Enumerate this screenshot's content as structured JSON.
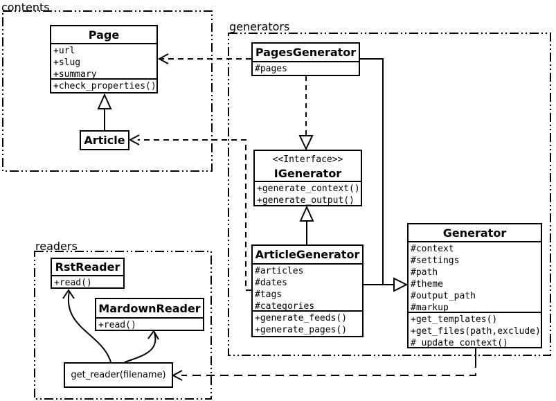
{
  "packages": {
    "contents": {
      "label": "contents"
    },
    "generators": {
      "label": "generators"
    },
    "readers": {
      "label": "readers"
    }
  },
  "classes": {
    "page": {
      "title": "Page",
      "attributes": [
        "+url",
        "+slug",
        "+summary"
      ],
      "methods": [
        "+check_properties()"
      ]
    },
    "article": {
      "title": "Article",
      "attributes": [],
      "methods": []
    },
    "pages_generator": {
      "title": "PagesGenerator",
      "attributes": [
        "#pages"
      ],
      "methods": []
    },
    "igenerator": {
      "stereotype": "<<Interface>>",
      "title": "IGenerator",
      "attributes": [],
      "methods": [
        "+generate_context()",
        "+generate_output()"
      ]
    },
    "article_generator": {
      "title": "ArticleGenerator",
      "attributes": [
        "#articles",
        "#dates",
        "#tags",
        "#categories"
      ],
      "methods": [
        "+generate_feeds()",
        "+generate_pages()"
      ]
    },
    "generator": {
      "title": "Generator",
      "attributes": [
        "#context",
        "#settings",
        "#path",
        "#theme",
        "#output_path",
        "#markup"
      ],
      "methods": [
        "+get_templates()",
        "+get_files(path,exclude)",
        "#_update_context()"
      ]
    },
    "rst_reader": {
      "title": "RstReader",
      "attributes": [],
      "methods": [
        "+read()"
      ]
    },
    "mardown_reader": {
      "title": "MardownReader",
      "attributes": [],
      "methods": [
        "+read()"
      ]
    }
  },
  "functions": {
    "get_reader": {
      "label": "get_reader(filename)"
    }
  },
  "relationships": [
    {
      "from": "Article",
      "to": "Page",
      "type": "inheritance"
    },
    {
      "from": "PagesGenerator",
      "to": "Page",
      "type": "dependency"
    },
    {
      "from": "ArticleGenerator",
      "to": "Article",
      "type": "dependency"
    },
    {
      "from": "PagesGenerator",
      "to": "IGenerator",
      "type": "realization"
    },
    {
      "from": "ArticleGenerator",
      "to": "IGenerator",
      "type": "inheritance"
    },
    {
      "from": "PagesGenerator",
      "to": "Generator",
      "type": "inheritance"
    },
    {
      "from": "ArticleGenerator",
      "to": "Generator",
      "type": "inheritance"
    },
    {
      "from": "Generator",
      "to": "get_reader(filename)",
      "type": "dependency"
    },
    {
      "from": "get_reader(filename)",
      "to": "RstReader",
      "type": "arrow"
    },
    {
      "from": "get_reader(filename)",
      "to": "MardownReader",
      "type": "arrow"
    }
  ],
  "colors": {
    "background": "#ffffff",
    "line": "#000000",
    "box_fill": "#ffffff"
  }
}
